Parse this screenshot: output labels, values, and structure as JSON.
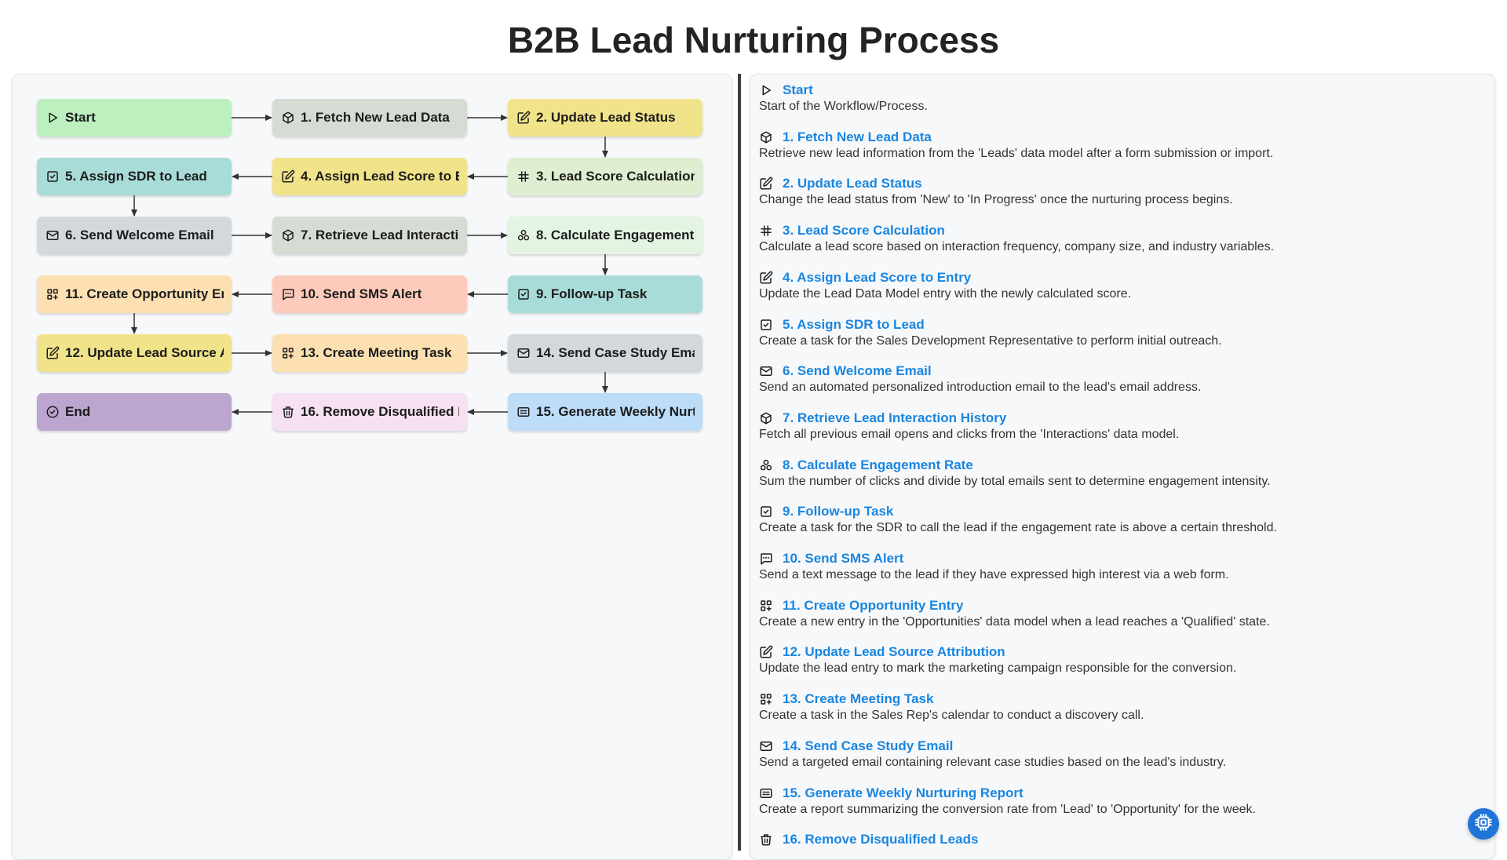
{
  "title": "B2B Lead Nurturing Process",
  "nodes": [
    {
      "label": "Start",
      "icon": "play-icon",
      "color": "#bcf0be",
      "col": 0,
      "row": 0
    },
    {
      "label": "1. Fetch New Lead Data",
      "icon": "cube-icon",
      "color": "#d6dcd4",
      "col": 1,
      "row": 0
    },
    {
      "label": "2. Update Lead Status",
      "icon": "edit-icon",
      "color": "#f0e38a",
      "col": 2,
      "row": 0
    },
    {
      "label": "3. Lead Score Calculation",
      "icon": "hash-icon",
      "color": "#dfeed0",
      "col": 2,
      "row": 1
    },
    {
      "label": "4. Assign Lead Score to En",
      "icon": "edit-icon",
      "color": "#f0e38a",
      "col": 1,
      "row": 1
    },
    {
      "label": "5. Assign SDR to Lead",
      "icon": "checkbox-icon",
      "color": "#a8dcd8",
      "col": 0,
      "row": 1
    },
    {
      "label": "6. Send Welcome Email",
      "icon": "mail-icon",
      "color": "#d3d8dc",
      "col": 0,
      "row": 2
    },
    {
      "label": "7. Retrieve Lead Interactior",
      "icon": "cube-icon",
      "color": "#d6dcd4",
      "col": 1,
      "row": 2
    },
    {
      "label": "8. Calculate Engagement R",
      "icon": "cluster-icon",
      "color": "#e4f4e2",
      "col": 2,
      "row": 2
    },
    {
      "label": "9. Follow-up Task",
      "icon": "checkbox-icon",
      "color": "#a8dcd8",
      "col": 2,
      "row": 3
    },
    {
      "label": "10. Send SMS Alert",
      "icon": "sms-icon",
      "color": "#fdcbbb",
      "col": 1,
      "row": 3
    },
    {
      "label": "11. Create Opportunity Entı",
      "icon": "grid-plus-icon",
      "color": "#fde0b2",
      "col": 0,
      "row": 3
    },
    {
      "label": "12. Update Lead Source Att",
      "icon": "edit-icon",
      "color": "#f0e38a",
      "col": 0,
      "row": 4
    },
    {
      "label": "13. Create Meeting Task",
      "icon": "grid-plus-icon",
      "color": "#fde0b2",
      "col": 1,
      "row": 4
    },
    {
      "label": "14. Send Case Study Email",
      "icon": "mail-icon",
      "color": "#d3d8dc",
      "col": 2,
      "row": 4
    },
    {
      "label": "15. Generate Weekly Nurtur",
      "icon": "report-icon",
      "color": "#bcdcf7",
      "col": 2,
      "row": 5
    },
    {
      "label": "16. Remove Disqualified Le",
      "icon": "trash-icon",
      "color": "#f5e1f1",
      "col": 1,
      "row": 5
    },
    {
      "label": "End",
      "icon": "check-circle-icon",
      "color": "#bca6cf",
      "col": 0,
      "row": 5
    }
  ],
  "steps": [
    {
      "title": "Start",
      "icon": "play-icon",
      "desc": "Start of the Workflow/Process."
    },
    {
      "title": "1. Fetch New Lead Data",
      "icon": "cube-icon",
      "desc": "Retrieve new lead information from the 'Leads' data model after a form submission or import."
    },
    {
      "title": "2. Update Lead Status",
      "icon": "edit-icon",
      "desc": "Change the lead status from 'New' to 'In Progress' once the nurturing process begins."
    },
    {
      "title": "3. Lead Score Calculation",
      "icon": "hash-icon",
      "desc": "Calculate a lead score based on interaction frequency, company size, and industry variables."
    },
    {
      "title": "4. Assign Lead Score to Entry",
      "icon": "edit-icon",
      "desc": "Update the Lead Data Model entry with the newly calculated score."
    },
    {
      "title": "5. Assign SDR to Lead",
      "icon": "checkbox-icon",
      "desc": "Create a task for the Sales Development Representative to perform initial outreach."
    },
    {
      "title": "6. Send Welcome Email",
      "icon": "mail-icon",
      "desc": "Send an automated personalized introduction email to the lead's email address."
    },
    {
      "title": "7. Retrieve Lead Interaction History",
      "icon": "cube-icon",
      "desc": "Fetch all previous email opens and clicks from the 'Interactions' data model."
    },
    {
      "title": "8. Calculate Engagement Rate",
      "icon": "cluster-icon",
      "desc": "Sum the number of clicks and divide by total emails sent to determine engagement intensity."
    },
    {
      "title": "9. Follow-up Task",
      "icon": "checkbox-icon",
      "desc": "Create a task for the SDR to call the lead if the engagement rate is above a certain threshold."
    },
    {
      "title": "10. Send SMS Alert",
      "icon": "sms-icon",
      "desc": "Send a text message to the lead if they have expressed high interest via a web form."
    },
    {
      "title": "11. Create Opportunity Entry",
      "icon": "grid-plus-icon",
      "desc": "Create a new entry in the 'Opportunities' data model when a lead reaches a 'Qualified' state."
    },
    {
      "title": "12. Update Lead Source Attribution",
      "icon": "edit-icon",
      "desc": "Update the lead entry to mark the marketing campaign responsible for the conversion."
    },
    {
      "title": "13. Create Meeting Task",
      "icon": "grid-plus-icon",
      "desc": "Create a task in the Sales Rep's calendar to conduct a discovery call."
    },
    {
      "title": "14. Send Case Study Email",
      "icon": "mail-icon",
      "desc": "Send a targeted email containing relevant case studies based on the lead's industry."
    },
    {
      "title": "15. Generate Weekly Nurturing Report",
      "icon": "report-icon",
      "desc": "Create a report summarizing the conversion rate from 'Lead' to 'Opportunity' for the week."
    },
    {
      "title": "16. Remove Disqualified Leads",
      "icon": "trash-icon",
      "desc": ""
    }
  ],
  "fab": {
    "icon": "chip-icon",
    "color": "#1f74d8"
  }
}
